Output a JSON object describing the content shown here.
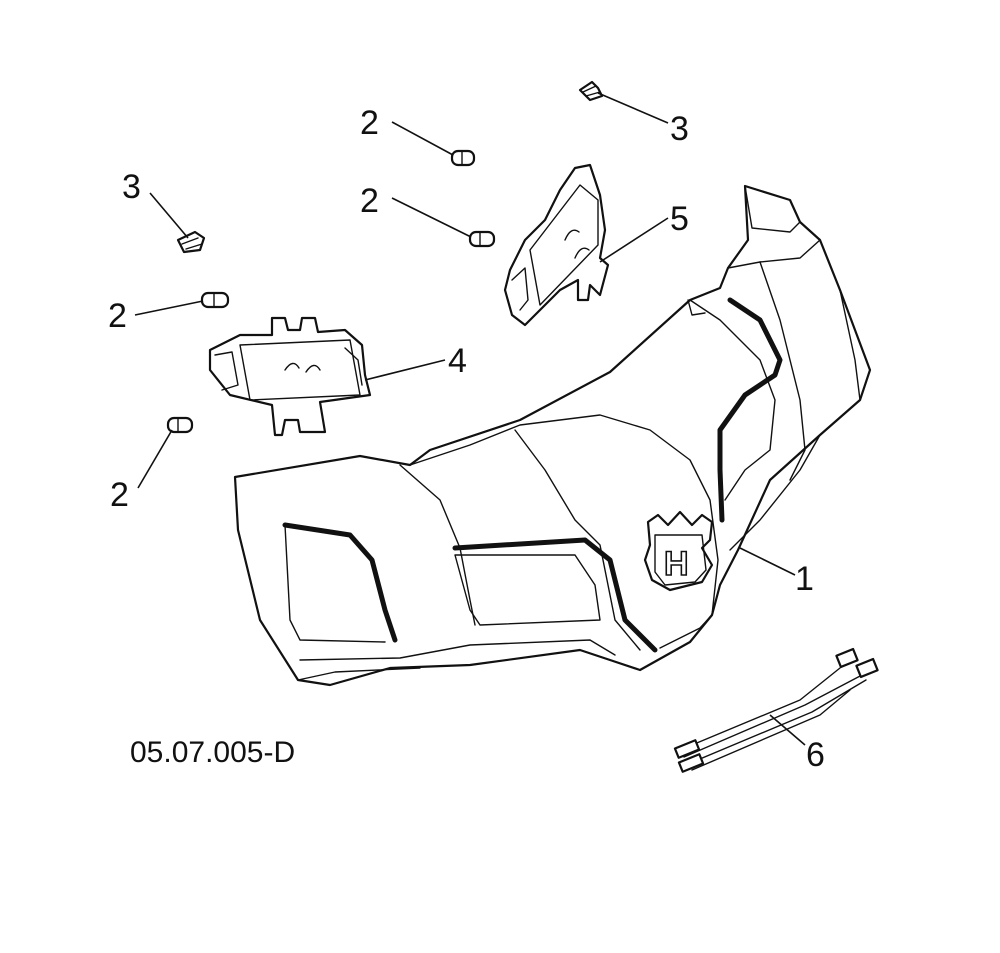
{
  "diagram": {
    "figure_code": "05.07.005-D",
    "callouts": [
      {
        "id": "c1",
        "label": "1"
      },
      {
        "id": "c2a",
        "label": "2"
      },
      {
        "id": "c2b",
        "label": "2"
      },
      {
        "id": "c2c",
        "label": "2"
      },
      {
        "id": "c2d",
        "label": "2"
      },
      {
        "id": "c3a",
        "label": "3"
      },
      {
        "id": "c3b",
        "label": "3"
      },
      {
        "id": "c4",
        "label": "4"
      },
      {
        "id": "c5",
        "label": "5"
      },
      {
        "id": "c6",
        "label": "6"
      }
    ],
    "logo_letter": "H"
  }
}
